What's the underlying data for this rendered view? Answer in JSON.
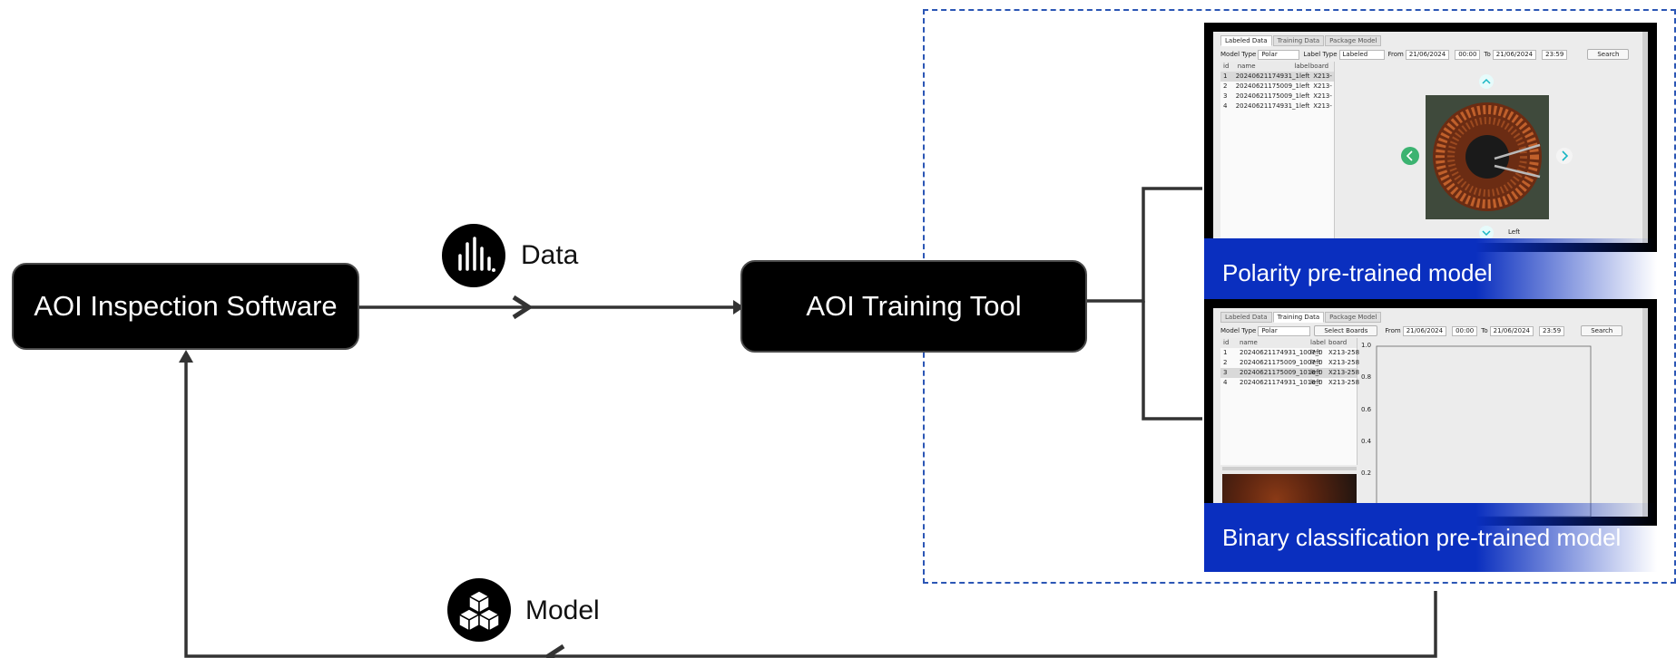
{
  "nodes": {
    "inspection": "AOI Inspection Software",
    "training": "AOI Training Tool"
  },
  "flows": {
    "data": {
      "label": "Data",
      "icon": "bar-chart-icon"
    },
    "model": {
      "label": "Model",
      "icon": "cubes-icon"
    }
  },
  "colors": {
    "node_bg": "#000000",
    "dashed_border": "#2b56b5",
    "caption_bg": "#0a2fbf",
    "arrow": "#333333"
  },
  "polarity_panel": {
    "caption": "Polarity pre-trained model",
    "tabs": [
      "Labeled Data",
      "Training Data",
      "Package Model"
    ],
    "toolbar": {
      "model_type_label": "Model Type",
      "model_type_value": "Polar",
      "label_type_label": "Label Type",
      "label_type_value": "Labeled",
      "from_label": "From",
      "from_date": "21/06/2024",
      "from_time": "00:00",
      "to_label": "To",
      "to_date": "21/06/2024",
      "to_time": "23:59",
      "search": "Search"
    },
    "table": {
      "headers": [
        "id",
        "name",
        "label",
        "board"
      ],
      "rows": [
        [
          "1",
          "20240621174931_1",
          "left",
          "X213-"
        ],
        [
          "2",
          "20240621175009_1",
          "left",
          "X213-"
        ],
        [
          "3",
          "20240621175009_1",
          "left",
          "X213-"
        ],
        [
          "4",
          "20240621174931_1",
          "left",
          "X213-"
        ]
      ]
    },
    "image_caption": "Left"
  },
  "binary_panel": {
    "caption": "Binary classification pre-trained model",
    "tabs": [
      "Labeled Data",
      "Training Data",
      "Package Model"
    ],
    "toolbar": {
      "model_type_label": "Model Type",
      "model_type_value": "Polar",
      "select_boards": "Select Boards",
      "from_label": "From",
      "from_date": "21/06/2024",
      "from_time": "00:00",
      "to_label": "To",
      "to_date": "21/06/2024",
      "to_time": "23:59",
      "search": "Search"
    },
    "table": {
      "headers": [
        "id",
        "name",
        "label",
        "board"
      ],
      "rows": [
        [
          "1",
          "20240621174931_1007_0",
          "left",
          "X213-258"
        ],
        [
          "2",
          "20240621175009_1007_0",
          "left",
          "X213-258"
        ],
        [
          "3",
          "20240621175009_1010_0",
          "left",
          "X213-258"
        ],
        [
          "4",
          "20240621174931_1010_0",
          "left",
          "X213-258"
        ]
      ]
    },
    "yticks": [
      "1.0",
      "0.8",
      "0.6",
      "0.4",
      "0.2"
    ]
  }
}
